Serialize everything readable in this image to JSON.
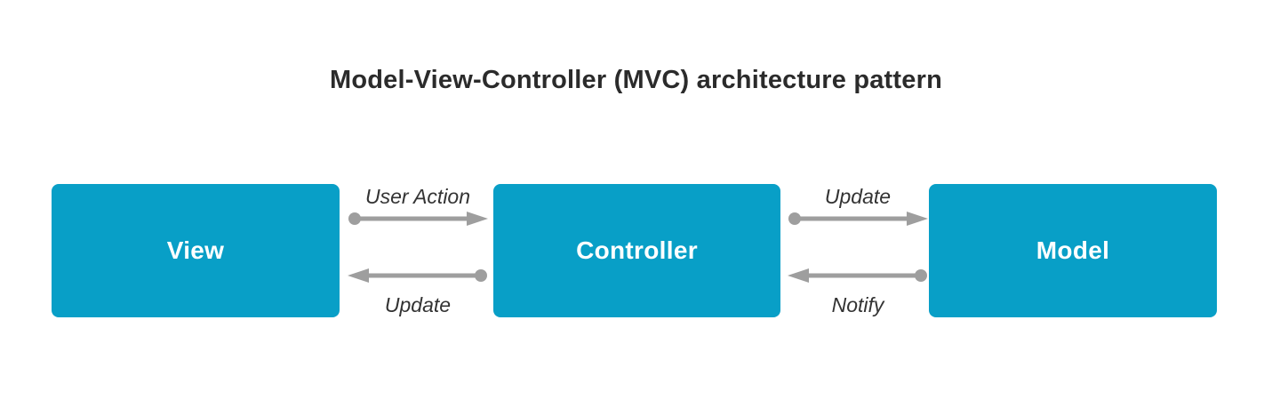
{
  "diagram": {
    "title": "Model-View-Controller (MVC) architecture pattern",
    "nodes": [
      {
        "id": "view",
        "label": "View"
      },
      {
        "id": "controller",
        "label": "Controller"
      },
      {
        "id": "model",
        "label": "Model"
      }
    ],
    "edges": [
      {
        "from": "view",
        "to": "controller",
        "label": "User Action",
        "direction": "right",
        "label_position": "above"
      },
      {
        "from": "controller",
        "to": "view",
        "label": "Update",
        "direction": "left",
        "label_position": "below"
      },
      {
        "from": "controller",
        "to": "model",
        "label": "Update",
        "direction": "right",
        "label_position": "above"
      },
      {
        "from": "model",
        "to": "controller",
        "label": "Notify",
        "direction": "left",
        "label_position": "below"
      }
    ],
    "colors": {
      "node_fill": "#089FC7",
      "node_text": "#FFFFFF",
      "arrow": "#9E9E9E",
      "title_text": "#2B2B2B",
      "edge_label_text": "#333333",
      "background": "#FFFFFF"
    }
  }
}
